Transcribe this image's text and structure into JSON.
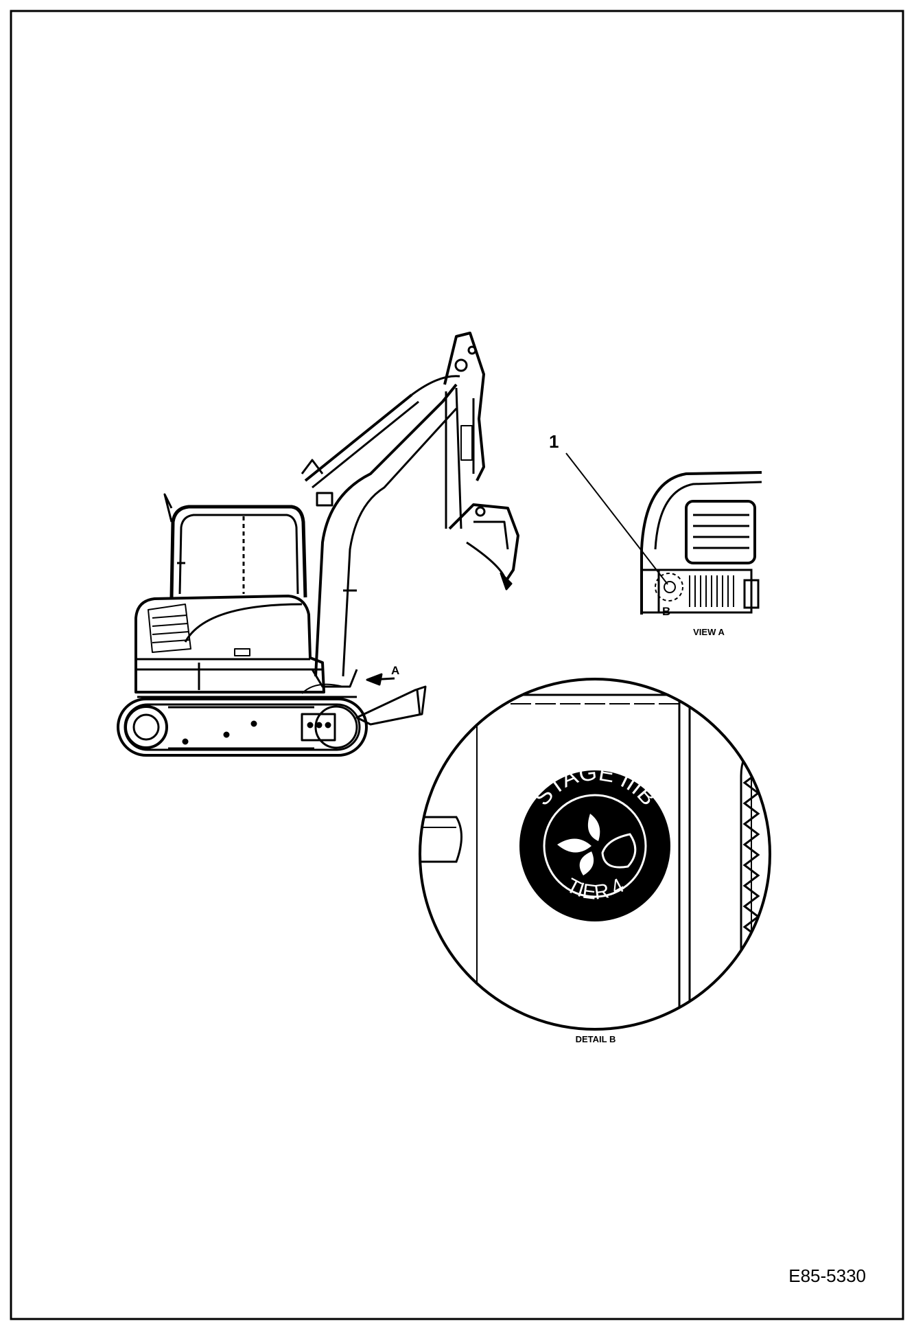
{
  "callout": {
    "number": "1"
  },
  "view_labels": {
    "arrow": "A",
    "view_a": "VIEW A",
    "detail_marker": "B",
    "detail_b": "DETAIL B"
  },
  "emblem": {
    "top_text": "STAGE IIIB",
    "bottom_text": "TIER 4"
  },
  "document_number": "E85-5330"
}
